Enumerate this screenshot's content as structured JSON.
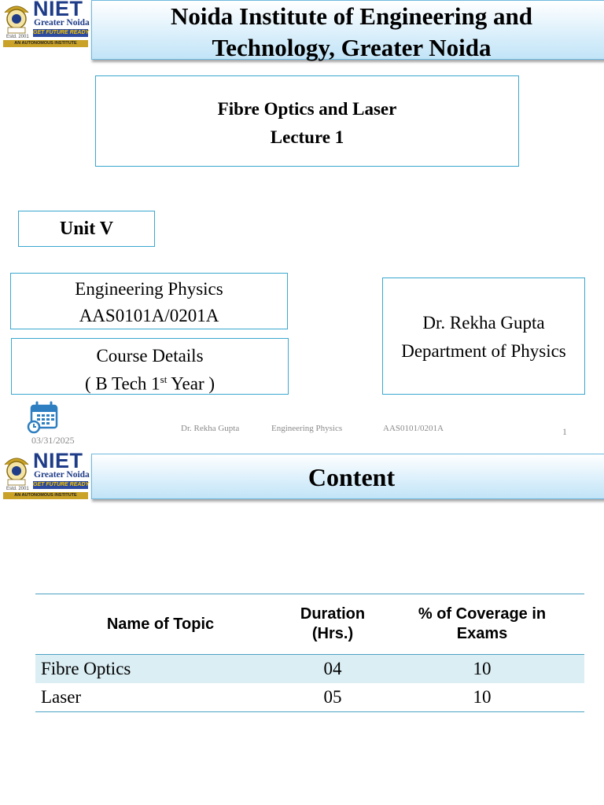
{
  "slide1": {
    "logo": {
      "name": "NIET",
      "city": "Greater Noida",
      "tagline": "GET FUTURE READY",
      "estd": "Estd. 2001",
      "autonomous": "AN AUTONOMOUS INSTITUTE"
    },
    "title_line1": "Noida Institute of Engineering and",
    "title_line2": "Technology, Greater Noida",
    "topic": "Fibre Optics and Laser",
    "lecture": "Lecture 1",
    "unit": "Unit V",
    "subject": "Engineering Physics",
    "code": "AAS0101A/0201A",
    "course_details": "Course Details",
    "course_year_prefix": "( B Tech 1",
    "course_year_sup": "st",
    "course_year_suffix": " Year )",
    "faculty_name": "Dr. Rekha Gupta",
    "faculty_dept": "Department of Physics"
  },
  "footer": {
    "date": "03/31/2025",
    "faculty": "Dr. Rekha Gupta",
    "subject": "Engineering Physics",
    "code": "AAS0101/0201A",
    "page": "1"
  },
  "slide2": {
    "logo": {
      "name": "NIET",
      "city": "Greater Noida",
      "tagline": "GET FUTURE READY",
      "estd": "Estd. 2001",
      "autonomous": "AN AUTONOMOUS INSTITUTE"
    },
    "title": "Content",
    "table": {
      "headers": [
        "Name of Topic",
        "Duration\n(Hrs.)",
        "% of Coverage in\nExams"
      ],
      "header_lines": [
        [
          "Name of Topic"
        ],
        [
          "Duration",
          "(Hrs.)"
        ],
        [
          "% of Coverage in",
          "Exams"
        ]
      ],
      "rows": [
        [
          "Fibre Optics",
          "04",
          "10"
        ],
        [
          "Laser",
          "05",
          "10"
        ]
      ]
    }
  }
}
